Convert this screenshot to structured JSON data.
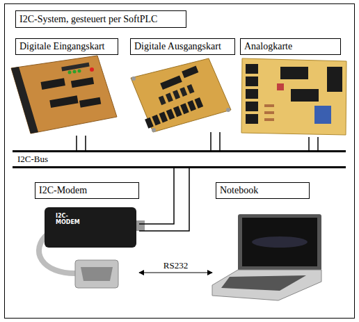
{
  "diagram": {
    "title": "I2C-System, gesteuert per SoftPLC",
    "nodes": [
      {
        "text": [
          "Digitale Eingangskart"
        ]
      },
      {
        "text": [
          "Digitale Ausgangskart"
        ]
      },
      {
        "text": [
          "Analogkarte"
        ]
      },
      {
        "text": [
          "I2C-Bus"
        ]
      },
      {
        "text": [
          "I2C-Modem"
        ]
      },
      {
        "text": [
          "Notebook"
        ]
      }
    ],
    "edges": [
      {
        "from": 0,
        "to": 3,
        "arrow": "none"
      },
      {
        "from": 0,
        "to": 3,
        "arrow": "none"
      },
      {
        "from": 1,
        "to": 3,
        "arrow": "none"
      },
      {
        "from": 1,
        "to": 3,
        "arrow": "none"
      },
      {
        "from": 2,
        "to": 3,
        "arrow": "none"
      },
      {
        "from": 2,
        "to": 3,
        "arrow": "none"
      },
      {
        "from": 4,
        "to": 3,
        "arrow": "none"
      },
      {
        "from": 4,
        "to": 3,
        "arrow": "none"
      },
      {
        "from": 4,
        "to": 5,
        "label": "RS232",
        "arrow": "both"
      }
    ],
    "labels": [
      "I2C- MODEM"
    ]
  }
}
